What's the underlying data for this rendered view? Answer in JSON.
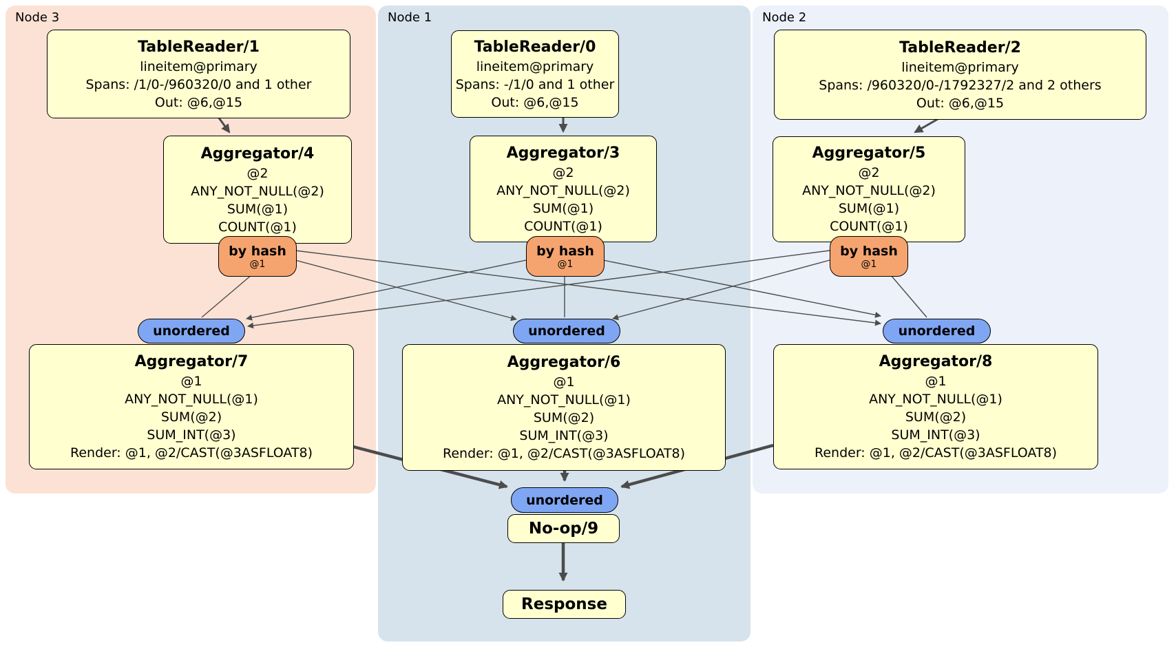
{
  "regions": {
    "node3": {
      "label": "Node 3",
      "bg": "#FBE2D5"
    },
    "node1": {
      "label": "Node 1",
      "bg": "#D6E3EC"
    },
    "node2": {
      "label": "Node 2",
      "bg": "#ECF1FA"
    }
  },
  "processors": {
    "tr1": {
      "title": "TableReader/1",
      "lines": [
        "lineitem@primary",
        "Spans: /1/0-/960320/0 and 1 other",
        "Out: @6,@15"
      ]
    },
    "tr0": {
      "title": "TableReader/0",
      "lines": [
        "lineitem@primary",
        "Spans: -/1/0 and 1 other",
        "Out: @6,@15"
      ]
    },
    "tr2": {
      "title": "TableReader/2",
      "lines": [
        "lineitem@primary",
        "Spans: /960320/0-/1792327/2 and 2 others",
        "Out: @6,@15"
      ]
    },
    "agg4": {
      "title": "Aggregator/4",
      "lines": [
        "@2",
        "ANY_NOT_NULL(@2)",
        "SUM(@1)",
        "COUNT(@1)"
      ]
    },
    "agg3": {
      "title": "Aggregator/3",
      "lines": [
        "@2",
        "ANY_NOT_NULL(@2)",
        "SUM(@1)",
        "COUNT(@1)"
      ]
    },
    "agg5": {
      "title": "Aggregator/5",
      "lines": [
        "@2",
        "ANY_NOT_NULL(@2)",
        "SUM(@1)",
        "COUNT(@1)"
      ]
    },
    "agg7": {
      "title": "Aggregator/7",
      "lines": [
        "@1",
        "ANY_NOT_NULL(@1)",
        "SUM(@2)",
        "SUM_INT(@3)",
        "Render: @1, @2/CAST(@3ASFLOAT8)"
      ]
    },
    "agg6": {
      "title": "Aggregator/6",
      "lines": [
        "@1",
        "ANY_NOT_NULL(@1)",
        "SUM(@2)",
        "SUM_INT(@3)",
        "Render: @1, @2/CAST(@3ASFLOAT8)"
      ]
    },
    "agg8": {
      "title": "Aggregator/8",
      "lines": [
        "@1",
        "ANY_NOT_NULL(@1)",
        "SUM(@2)",
        "SUM_INT(@3)",
        "Render: @1, @2/CAST(@3ASFLOAT8)"
      ]
    },
    "noop": {
      "title": "No-op/9"
    },
    "response": {
      "title": "Response"
    }
  },
  "router": {
    "label": "by hash",
    "detail": "@1"
  },
  "sync": {
    "label": "unordered"
  },
  "colors": {
    "processor_bg": "#FFFFD0",
    "router_bg": "#F5A46F",
    "sync_bg": "#7FA6F2",
    "edge": "#4C4C4C"
  }
}
